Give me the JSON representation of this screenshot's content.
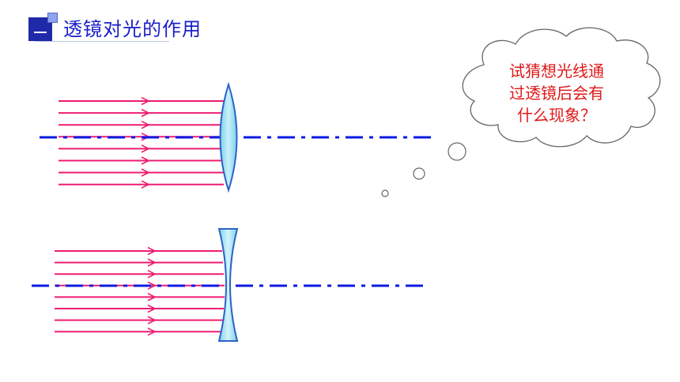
{
  "title": {
    "text": "透镜对光的作用",
    "icon": "section-heading-icon"
  },
  "thought_bubble": {
    "lines": [
      "试猜想光线通",
      "过透镜后会有",
      "什么现象？"
    ],
    "icon": "thought-cloud-icon"
  },
  "colors": {
    "title_text": "#1a20c8",
    "title_icon": "#1f2aa8",
    "light_ray": "#ee1c72",
    "optical_axis": "#0c1be0",
    "lens_fill": "#a8e2f2",
    "lens_stroke": "#2c62c8",
    "bubble_text": "#e01818",
    "cloud_stroke": "#666666"
  },
  "diagrams": [
    {
      "lens": "convex-lens",
      "ray_count": 8
    },
    {
      "lens": "concave-lens",
      "ray_count": 8
    }
  ]
}
